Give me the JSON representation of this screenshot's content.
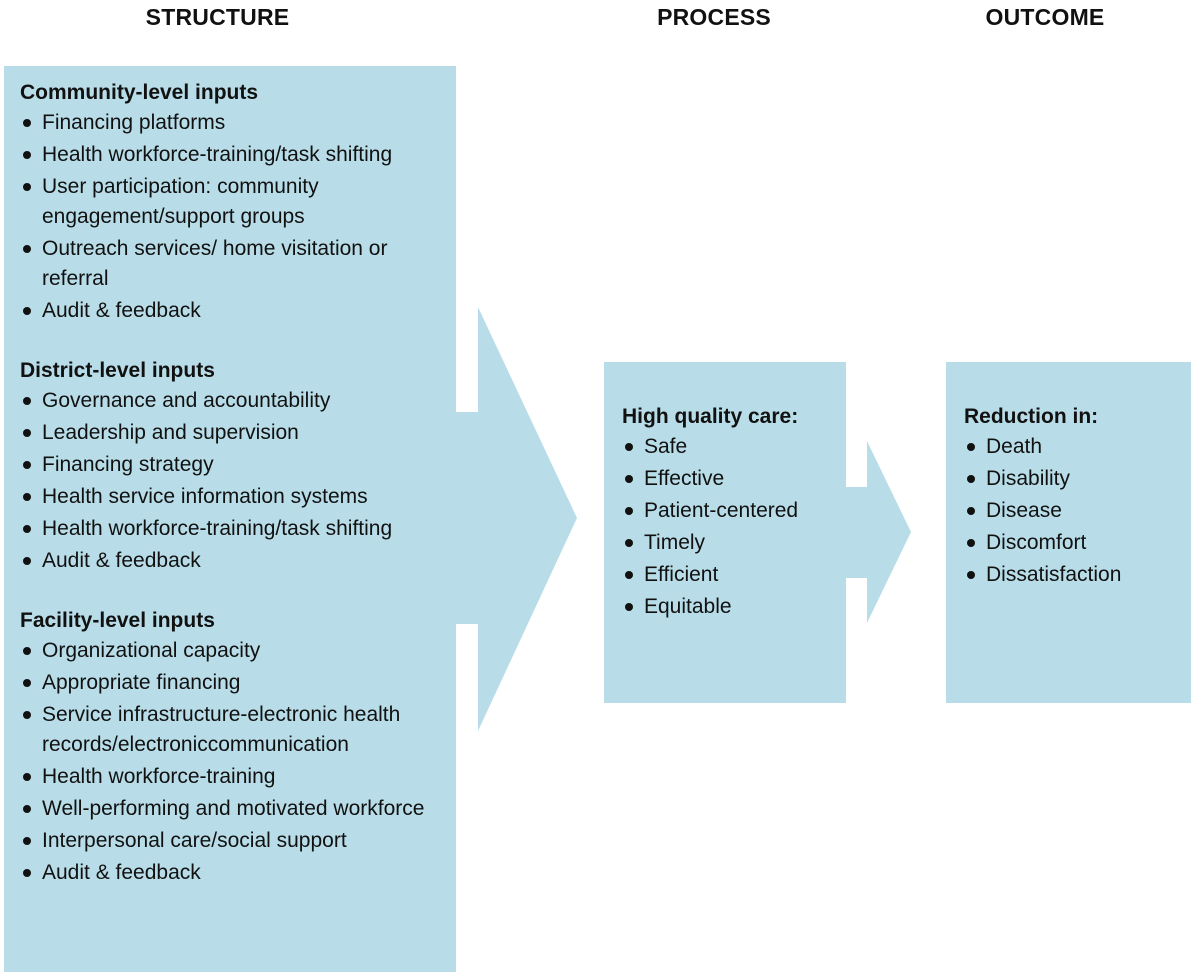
{
  "headings": {
    "structure": "STRUCTURE",
    "process": "PROCESS",
    "outcome": "OUTCOME"
  },
  "colors": {
    "panel_fill": "#b8dde8",
    "text": "#111111"
  },
  "structure": {
    "groups": [
      {
        "title": "Community-level inputs",
        "items": [
          "Financing platforms",
          "Health workforce-training/task shifting",
          "User participation: community engagement/support groups",
          "Outreach services/ home visitation or referral",
          "Audit & feedback"
        ]
      },
      {
        "title": "District-level inputs",
        "items": [
          "Governance and accountability",
          "Leadership and supervision",
          "Financing strategy",
          "Health service information systems",
          "Health workforce-training/task shifting",
          "Audit & feedback"
        ]
      },
      {
        "title": "Facility-level inputs",
        "items": [
          "Organizational capacity",
          "Appropriate financing",
          "Service infrastructure-electronic health records/electroniccommunication",
          "Health workforce-training",
          "Well-performing and motivated workforce",
          "Interpersonal care/social support",
          "Audit & feedback"
        ]
      }
    ]
  },
  "process": {
    "title": "High quality care:",
    "items": [
      "Safe",
      "Effective",
      "Patient-centered",
      "Timely",
      "Efficient",
      "Equitable"
    ]
  },
  "outcome": {
    "title": "Reduction in:",
    "items": [
      "Death",
      "Disability",
      "Disease",
      "Discomfort",
      "Dissatisfaction"
    ]
  },
  "icons": {
    "structure_to_process": "arrow-right-icon",
    "process_to_outcome": "arrow-right-icon"
  }
}
